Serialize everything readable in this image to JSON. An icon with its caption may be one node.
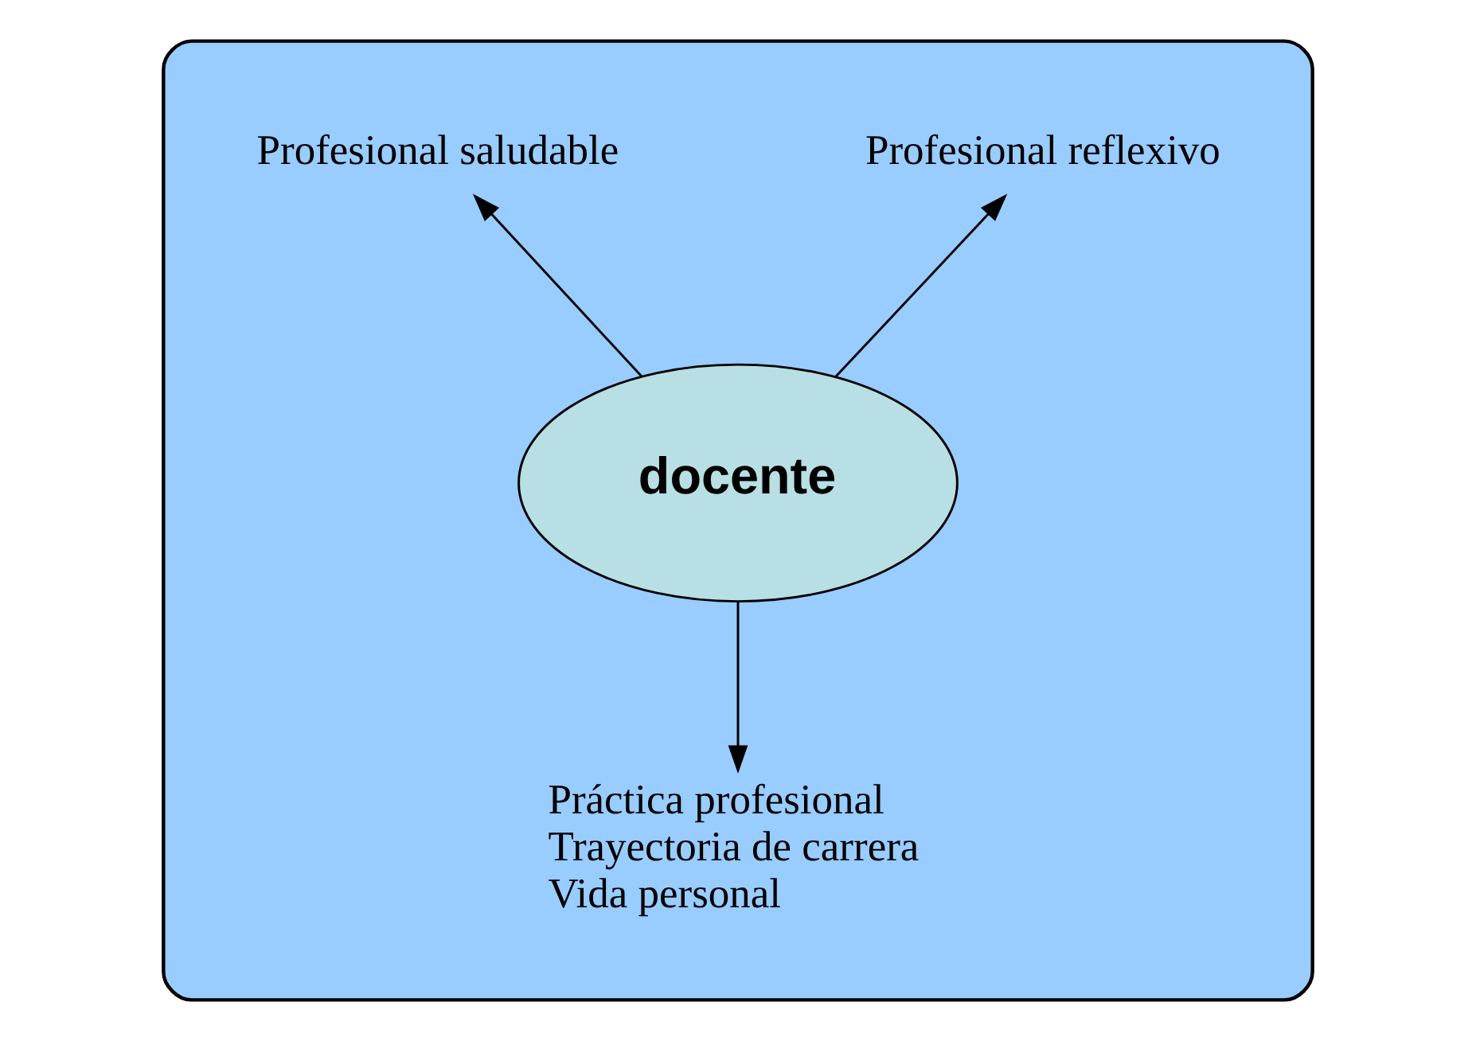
{
  "diagram": {
    "nodes": [
      {
        "text": [],
        "shape": "box"
      },
      {
        "text": [
          "docente"
        ],
        "in": 0
      },
      {
        "text": [
          "Profesional reflexivo"
        ],
        "in": 0
      },
      {
        "text": [
          "Profesional saludable"
        ],
        "in": 0
      },
      {
        "text": [
          "Práctica profesional",
          "Trayectoria de carrera",
          "Vida personal"
        ],
        "in": 0
      }
    ],
    "edges": [
      {
        "from": 1,
        "to": 2,
        "arrow": "to"
      },
      {
        "from": 1,
        "to": 3,
        "arrow": "to"
      },
      {
        "from": 1,
        "to": 4,
        "arrow": "to"
      }
    ]
  }
}
